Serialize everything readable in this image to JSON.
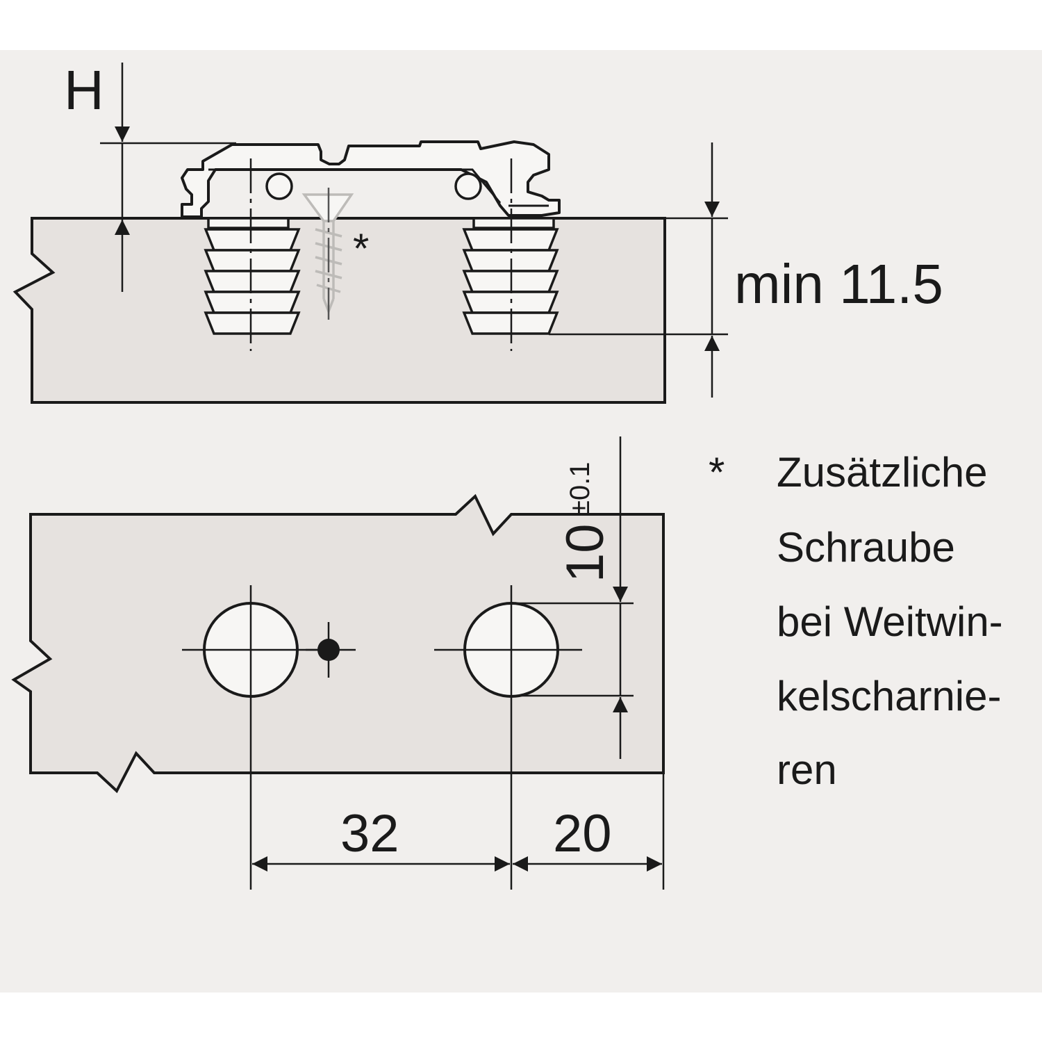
{
  "colors": {
    "background": "#f1efed",
    "board": "#e6e2df",
    "plate": "#f7f6f4",
    "stroke": "#1a1a1a",
    "screw": "#bdbbb8"
  },
  "labels": {
    "height_label": "H",
    "min_thickness": "min 11.5",
    "screw_marker": "*",
    "dim_vertical_value": "10",
    "dim_vertical_tolerance": "±0.1",
    "dim_spacing": "32",
    "dim_edge": "20"
  },
  "footnote": {
    "marker": "*",
    "lines": [
      "Zusätzliche",
      "Schraube",
      "bei Weitwin-",
      "kelscharnie-",
      "ren"
    ]
  }
}
